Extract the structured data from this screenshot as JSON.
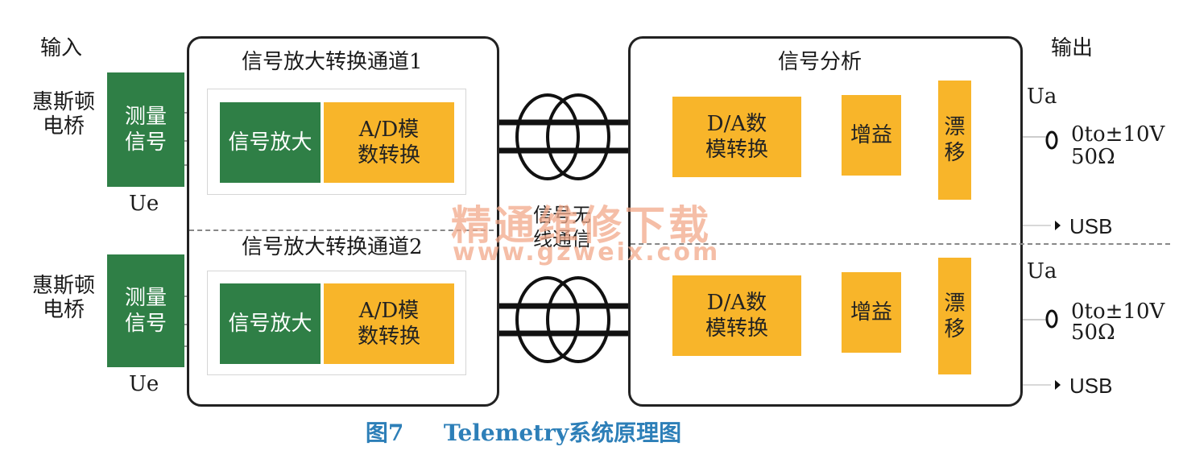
{
  "labels": {
    "input": "输入",
    "output": "输出",
    "bridge": [
      "惠斯顿",
      "电桥"
    ],
    "ue": "Ue",
    "ua": "Ua",
    "channel1": "信号放大转换通道1",
    "channel2": "信号放大转换通道2",
    "analysis": "信号分析",
    "wireless": [
      "信号无",
      "线通信"
    ],
    "measure": [
      "测量",
      "信号"
    ],
    "amp": "信号放大",
    "adc": [
      "A/D模",
      "数转换"
    ],
    "dac": [
      "D/A数",
      "模转换"
    ],
    "gain": "增益",
    "drift": [
      "漂",
      "移"
    ],
    "voltage": "0to±10V",
    "impedance": "50Ω",
    "usb": "USB"
  },
  "caption": {
    "fig": "图7",
    "title": "Telemetry系统原理图"
  },
  "watermark": {
    "cn": "精通维修下载",
    "url": "www.gzweix.com"
  },
  "colors": {
    "green": "#2f7f46",
    "orange": "#f8b52a",
    "caption": "#2d7fb8"
  }
}
